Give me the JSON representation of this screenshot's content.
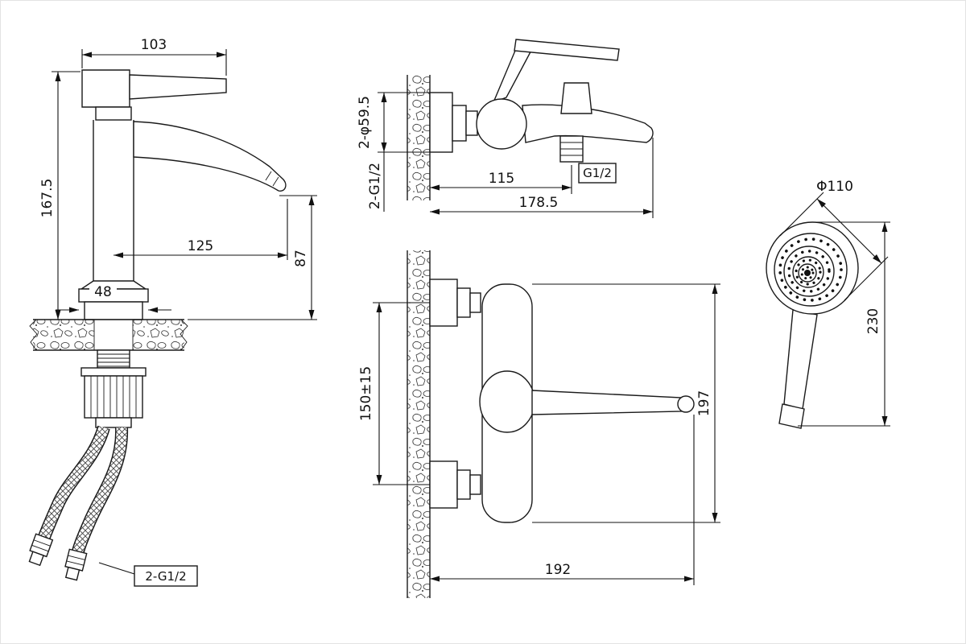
{
  "basin": {
    "dim_top_width": "103",
    "dim_total_height": "167.5",
    "dim_spout_reach": "125",
    "dim_spout_height": "87",
    "dim_base_width": "48",
    "label_hose_thread": "2-G1/2"
  },
  "mixer_side": {
    "dim_escutcheon_diameter": "2-φ59.5",
    "label_inlet_thread": "2-G1/2",
    "dim_outlet_offset": "115",
    "dim_total_depth": "178.5",
    "label_outlet_thread": "G1/2"
  },
  "mixer_front": {
    "dim_inlet_spacing": "150±15",
    "dim_body_height": "197",
    "dim_total_width": "192"
  },
  "shower": {
    "dim_head_diameter": "Φ110",
    "dim_total_length": "230"
  }
}
